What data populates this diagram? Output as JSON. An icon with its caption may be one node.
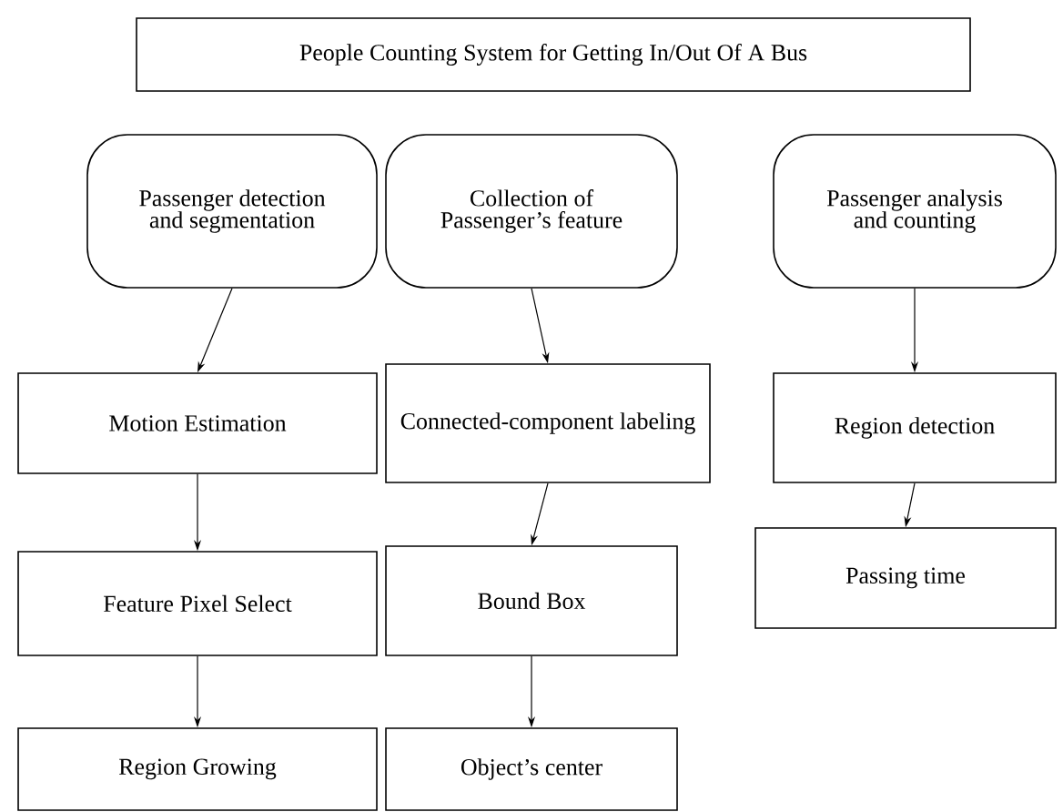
{
  "diagram": {
    "nodes": [
      {
        "text": [
          "People Counting System for Getting In/Out Of A Bus"
        ]
      },
      {
        "text": [
          "Passenger detection and segmentation"
        ]
      },
      {
        "text": [
          "Collection of Passenger’s feature"
        ]
      },
      {
        "text": [
          "Passenger analysis and counting"
        ]
      },
      {
        "text": [
          "Motion Estimation"
        ]
      },
      {
        "text": [
          "Feature Pixel Select"
        ]
      },
      {
        "text": [
          "Region Growing"
        ]
      },
      {
        "text": [
          "Connected-component labeling"
        ]
      },
      {
        "text": [
          "Bound Box"
        ]
      },
      {
        "text": [
          "Object’s center"
        ]
      },
      {
        "text": [
          "Region detection"
        ]
      },
      {
        "text": [
          "Passing time"
        ]
      }
    ],
    "edges": [
      {
        "from": 1,
        "to": 4,
        "arrow": "to"
      },
      {
        "from": 4,
        "to": 5,
        "arrow": "to"
      },
      {
        "from": 5,
        "to": 6,
        "arrow": "to"
      },
      {
        "from": 2,
        "to": 7,
        "arrow": "to"
      },
      {
        "from": 7,
        "to": 8,
        "arrow": "to"
      },
      {
        "from": 8,
        "to": 9,
        "arrow": "to"
      },
      {
        "from": 3,
        "to": 10,
        "arrow": "to"
      },
      {
        "from": 10,
        "to": 11,
        "arrow": "to"
      }
    ]
  }
}
